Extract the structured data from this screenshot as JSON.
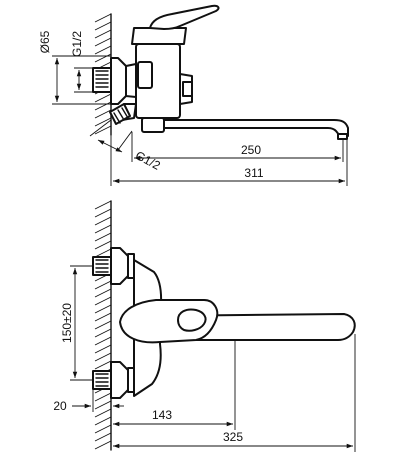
{
  "top_view": {
    "diameter_label": "Ø65",
    "thread_label_vertical": "G1/2",
    "thread_label_angled": "G1/2",
    "spout_length": "250",
    "overall_length": "311"
  },
  "bottom_view": {
    "center_distance": "150±20",
    "wall_offset": "20",
    "body_offset": "143",
    "overall_length": "325"
  }
}
